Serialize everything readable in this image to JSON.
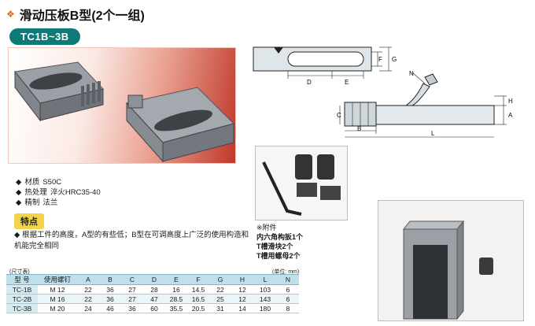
{
  "header": {
    "title": "滑动压板B型(2个一组)",
    "model_range": "TC1B~3B"
  },
  "specs": [
    {
      "label": "材质",
      "value": "S50C"
    },
    {
      "label": "热处理",
      "value": "淬火HRC35-40"
    },
    {
      "label": "精制",
      "value": "法兰"
    }
  ],
  "features": {
    "badge": "特点",
    "text": "根据工件的高度，A型的有些低；B型在可调高度上广泛的使用构造和机能完全相同"
  },
  "drawing_labels": {
    "F": "F",
    "G": "G",
    "D": "D",
    "E": "E",
    "N": "N",
    "H": "H",
    "A": "A",
    "B": "B",
    "C": "C",
    "L": "L"
  },
  "accessories": {
    "heading": "※附件",
    "items": [
      "内六角构扳1个",
      "T槽滑块2个",
      "T槽用螺母2个"
    ]
  },
  "table": {
    "unit_left": "(尺寸表)",
    "unit_right": "(单位: mm)",
    "headers": [
      "型 号",
      "使用螺钉",
      "A",
      "B",
      "C",
      "D",
      "E",
      "F",
      "G",
      "H",
      "L",
      "N"
    ],
    "rows": [
      [
        "TC-1B",
        "M 12",
        "22",
        "36",
        "27",
        "28",
        "16",
        "14.5",
        "22",
        "12",
        "103",
        "6"
      ],
      [
        "TC-2B",
        "M 16",
        "22",
        "36",
        "27",
        "47",
        "28.5",
        "16.5",
        "25",
        "12",
        "143",
        "6"
      ],
      [
        "TC-3B",
        "M 20",
        "24",
        "46",
        "36",
        "60",
        "35.5",
        "20.5",
        "31",
        "14",
        "180",
        "8"
      ]
    ]
  },
  "colors": {
    "accent": "#0d7a78",
    "badge": "#f2d34a",
    "bullet": "#e0661c",
    "table_header": "#bfe0ea"
  }
}
